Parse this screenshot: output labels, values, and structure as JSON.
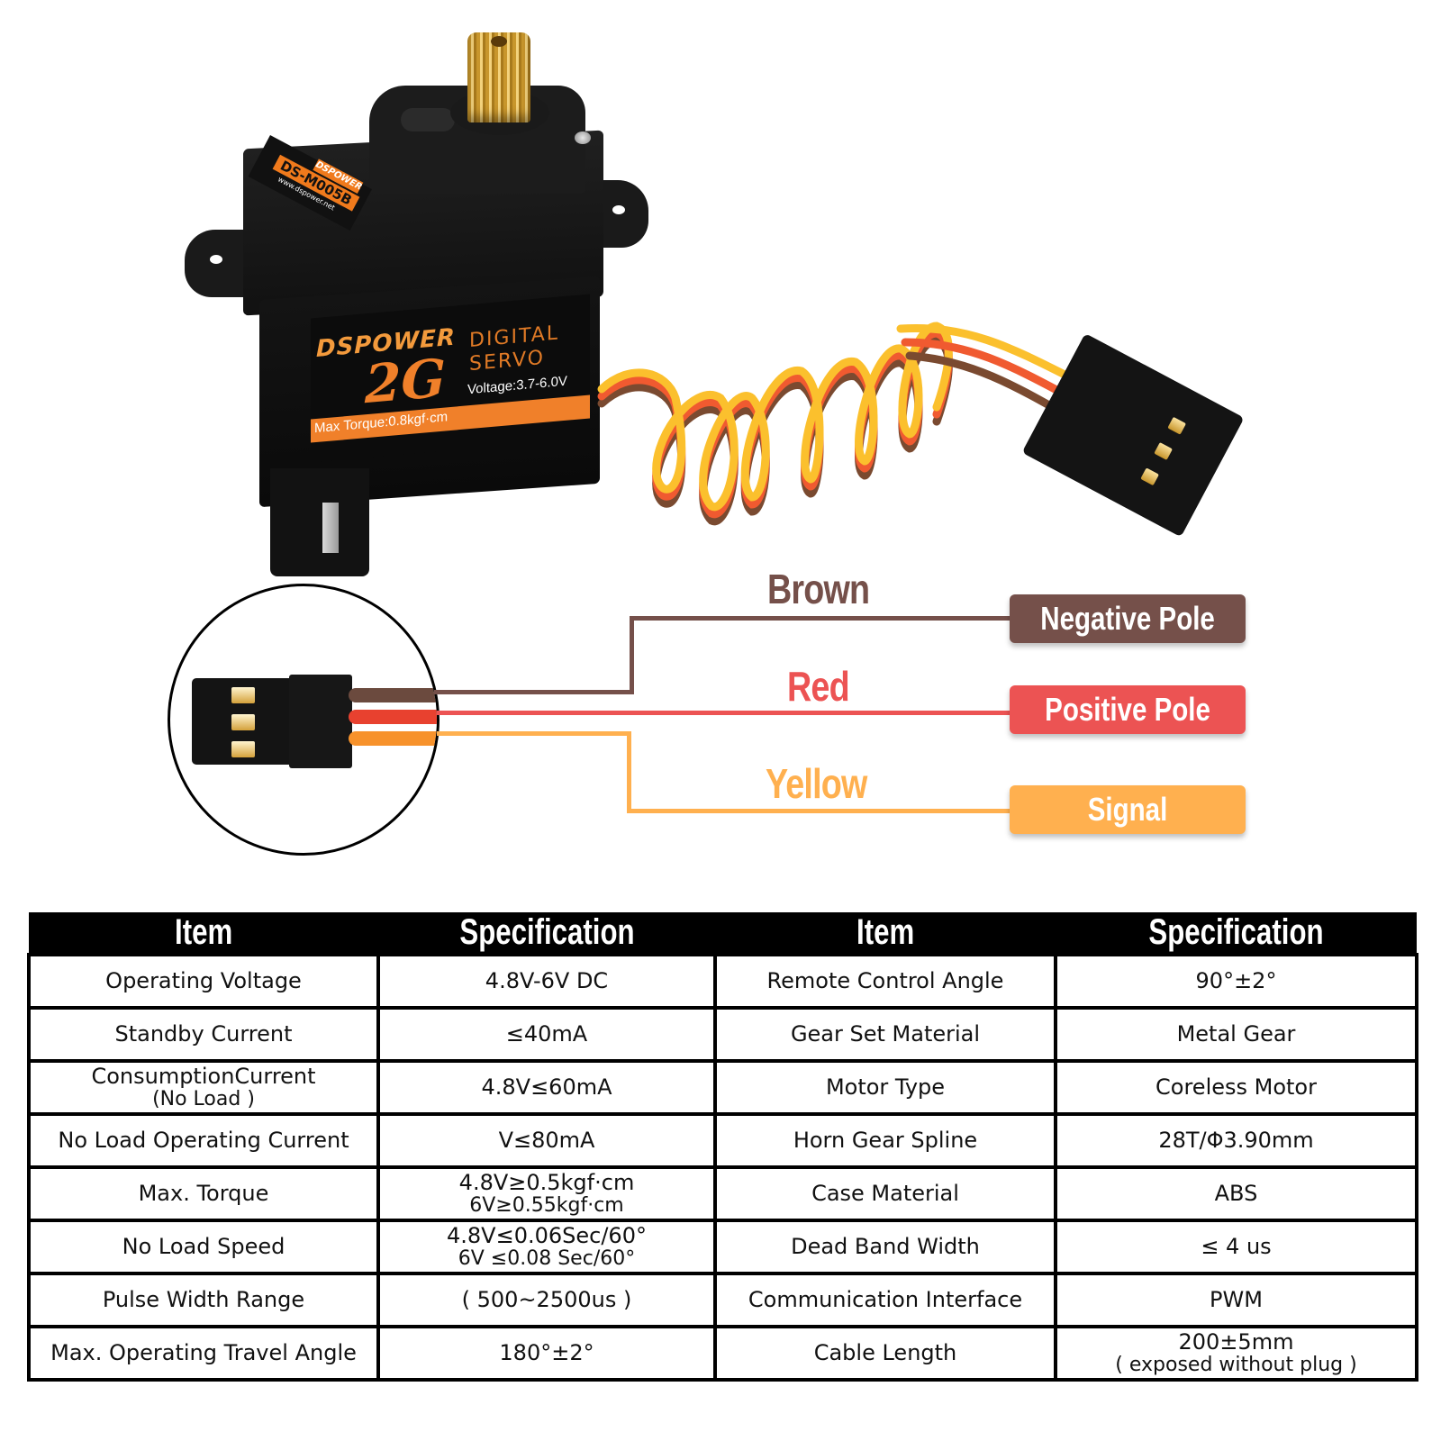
{
  "product": {
    "brand": "DSPOWER",
    "model": "DS-M005B",
    "website": "www.dspower.net",
    "sticker": {
      "weight": "2G",
      "line1": "DIGITAL",
      "line2": "SERVO",
      "torque": "Max Torque:0.8kgf·cm",
      "voltage": "Voltage:3.7-6.0V"
    }
  },
  "wiring": {
    "wires": [
      {
        "color_name": "Brown",
        "function": "Negative Pole",
        "hex": "#75504a"
      },
      {
        "color_name": "Red",
        "function": "Positive Pole",
        "hex": "#ec5353"
      },
      {
        "color_name": "Yellow",
        "function": "Signal",
        "hex": "#ffb04f"
      }
    ]
  },
  "spec_table": {
    "headers": [
      "Item",
      "Specification",
      "Item",
      "Specification"
    ],
    "rows": [
      {
        "item_left": "Operating  Voltage",
        "spec_left": "4.8V-6V DC",
        "item_right": "Remote Control Angle",
        "spec_right": "90°±2°"
      },
      {
        "item_left": "Standby Current",
        "spec_left": "≤40mA",
        "item_right": "Gear Set Material",
        "spec_right": "Metal Gear"
      },
      {
        "item_left": "ConsumptionCurrent",
        "item_left_sub": "(No Load )",
        "spec_left": "4.8V≤60mA",
        "item_right": "Motor Type",
        "spec_right": "Coreless Motor"
      },
      {
        "item_left": "No Load Operating Current",
        "spec_left": "V≤80mA",
        "item_right": "Horn Gear Spline",
        "spec_right": "28T/Φ3.90mm"
      },
      {
        "item_left": "Max. Torque",
        "spec_left": "4.8V≥0.5kgf·cm",
        "spec_left_sub": "6V≥0.55kgf·cm",
        "item_right": "Case Material",
        "spec_right": "ABS"
      },
      {
        "item_left": "No Load Speed",
        "spec_left": "4.8V≤0.06Sec/60°",
        "spec_left_sub": "6V ≤0.08 Sec/60°",
        "item_right": "Dead Band Width",
        "spec_right": "≤ 4 us"
      },
      {
        "item_left": "Pulse Width Range",
        "spec_left": "( 500~2500us )",
        "item_right": "Communication Interface",
        "spec_right": "PWM"
      },
      {
        "item_left": "Max. Operating Travel Angle",
        "spec_left": "180°±2°",
        "item_right": "Cable Length",
        "spec_right": "200±5mm",
        "spec_right_sub": "( exposed without plug )"
      }
    ]
  }
}
